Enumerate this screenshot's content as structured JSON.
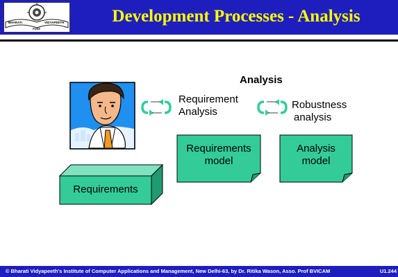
{
  "slide": {
    "title": "Development Processes - Analysis",
    "logo": {
      "left_text": "BHARATI",
      "right_text": "VIDYAPEETH",
      "bottom_text": "PUNE"
    },
    "heading": "Analysis",
    "steps": [
      {
        "line1": "Requirement",
        "line2": "Analysis"
      },
      {
        "line1": "Robustness",
        "line2": "analysis"
      }
    ],
    "models": [
      {
        "line1": "Requirements",
        "line2": "model"
      },
      {
        "line1": "Analysis",
        "line2": "model"
      }
    ],
    "requirements_box": "Requirements",
    "footer": "© Bharati Vidyapeeth's Institute of Computer Applications and Management, New Delhi-63, by Dr. Ritika Wason, Asso. Prof BVICAM",
    "page_number": "U1.244"
  },
  "colors": {
    "title_bar": "#1e1ebe",
    "title_text": "#ffff00",
    "shape_fill": "#33cc99",
    "cycle_arrow": "#33cc99"
  }
}
